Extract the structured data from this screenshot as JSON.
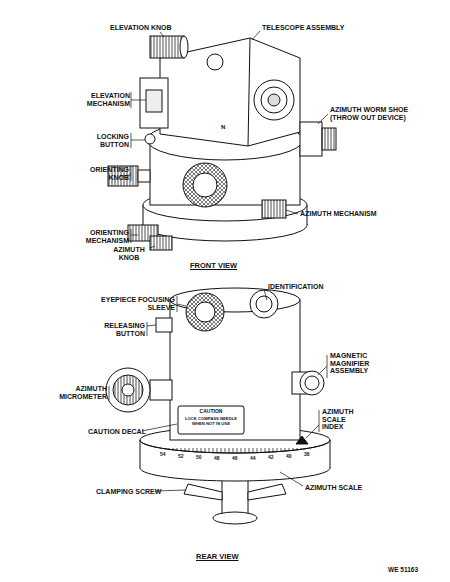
{
  "diagram": {
    "labels": [
      "ELEVATION KNOB",
      "TELESCOPE ASSEMBLY",
      "ELEVATION MECHANISM",
      "AZIMUTH WORM SHOE (THROW OUT DEVICE)",
      "LOCKING BUTTON",
      "ORIENTING KNOB",
      "AZIMUTH MECHANISM",
      "ORIENTING MECHANISM",
      "AZIMUTH KNOB",
      "FRONT VIEW",
      "N",
      "EYEPIECE FOCUSING SLEEVE",
      "IDENTIFICATION",
      "RELEASING BUTTON",
      "MAGNETIC MAGNIFIER ASSEMBLY",
      "AZIMUTH MICROMETER",
      "CAUTION DECAL",
      "AZIMUTH SCALE INDEX",
      "AZIMUTH SCALE",
      "CLAMPING SCREW",
      "REAR VIEW",
      "WE 51163",
      "CAUTION",
      "LOCK COMPASS NEEDLE WHEN NOT IN USE",
      "54",
      "52",
      "50",
      "48",
      "46",
      "44",
      "42",
      "40",
      "38"
    ]
  }
}
